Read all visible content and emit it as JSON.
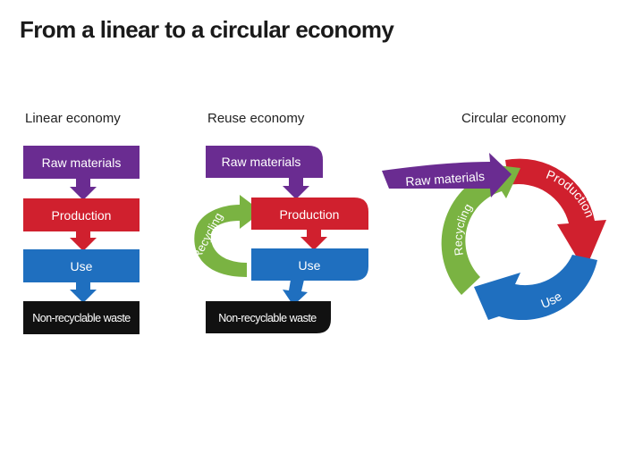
{
  "title": "From a linear to a circular economy",
  "colors": {
    "raw_materials": "#6a2c91",
    "production": "#d0202e",
    "use": "#1f6fbf",
    "waste": "#111111",
    "recycling": "#7ab342",
    "text_on_box": "#ffffff"
  },
  "linear": {
    "heading": "Linear economy",
    "raw_materials": "Raw materials",
    "production": "Production",
    "use": "Use",
    "waste": "Non-recyclable waste"
  },
  "reuse": {
    "heading": "Reuse economy",
    "raw_materials": "Raw materials",
    "production": "Production",
    "use": "Use",
    "waste": "Non-recyclable waste",
    "recycling": "Recycling"
  },
  "circular": {
    "heading": "Circular economy",
    "raw_materials": "Raw materials",
    "production": "Production",
    "use": "Use",
    "recycling": "Recycling"
  }
}
